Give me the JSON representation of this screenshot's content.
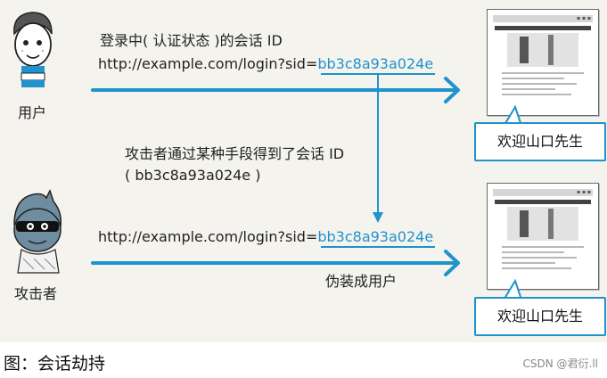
{
  "user": {
    "label": "用户"
  },
  "attacker": {
    "label": "攻击者"
  },
  "top_flow": {
    "line1": "登录中( 认证状态 )的会话 ID",
    "url_prefix": "http://example.com/login?sid=",
    "session_id": "bb3c8a93a024e"
  },
  "middle_note": {
    "line1": "攻击者通过某种手段得到了会话 ID",
    "line2": "( bb3c8a93a024e )"
  },
  "bottom_flow": {
    "url_prefix": "http://example.com/login?sid=",
    "session_id": "bb3c8a93a024e",
    "impersonate_label": "伪装成用户"
  },
  "top_browser": {
    "greeting": "欢迎山口先生"
  },
  "bottom_browser": {
    "greeting": "欢迎山口先生"
  },
  "caption": "图：会话劫持",
  "watermark": "CSDN @君衍.ll",
  "colors": {
    "arrow": "#1f93cc",
    "panel": "#f4f3ee"
  }
}
